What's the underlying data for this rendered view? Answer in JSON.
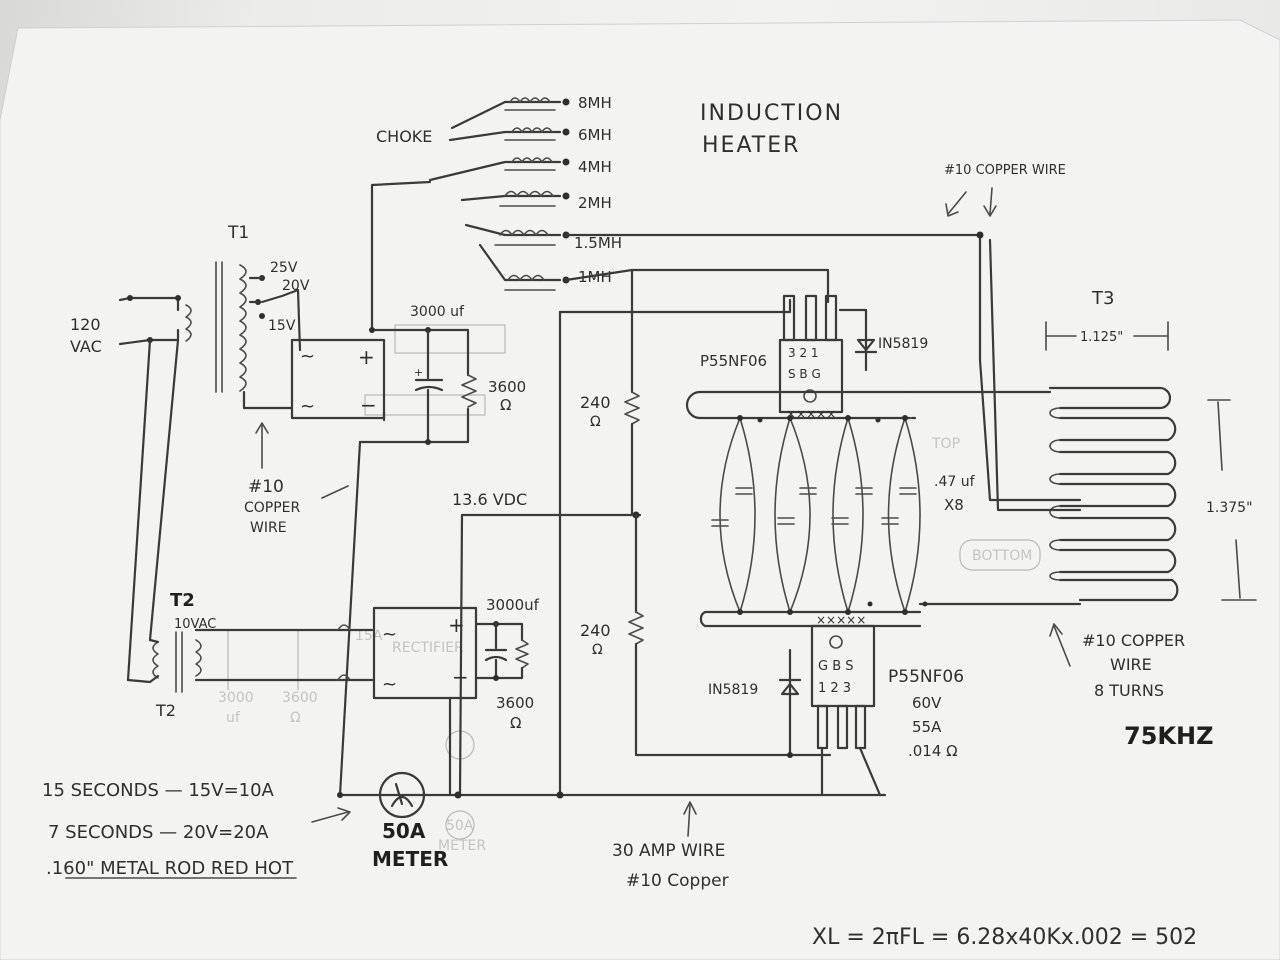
{
  "title": [
    "INDUCTION",
    "HEATER"
  ],
  "choke": {
    "label": "CHOKE",
    "taps": [
      "8MH",
      "6MH",
      "4MH",
      "2MH",
      "1.5MH",
      "1MH"
    ]
  },
  "t1": {
    "label": "T1",
    "taps": [
      "25V",
      "20V",
      "15V"
    ]
  },
  "mains": [
    "120",
    "VAC"
  ],
  "rect_top": {
    "cap": "3000 uf",
    "res": [
      "3600",
      "Ω"
    ],
    "plus": "+",
    "minus": "−",
    "ac": "~"
  },
  "copper_wire_left": [
    "#10",
    "COPPER",
    "WIRE"
  ],
  "copper_wire_top": "#10 COPPER WIRE",
  "dc_label": "13.6 VDC",
  "t2": {
    "label": "T2",
    "label_bottom": "T2",
    "vac": "10VAC"
  },
  "rect_bottom": {
    "cap": "3000uf",
    "res": [
      "3600",
      "Ω"
    ],
    "plus": "+",
    "minus": "−",
    "ac": "~"
  },
  "resistors": [
    {
      "value": "240",
      "unit": "Ω"
    },
    {
      "value": "240",
      "unit": "Ω"
    }
  ],
  "mosfet_top": {
    "part": "P55NF06",
    "pins_a": "3 2 1",
    "pins_b": "S B G",
    "marks": "×××××"
  },
  "mosfet_bottom": {
    "part": "P55NF06",
    "pins_a": "G B S",
    "pins_b": "1 2 3",
    "marks": "×××××",
    "specs": [
      "60V",
      "55A",
      ".014 Ω"
    ]
  },
  "diode_top": "IN5819",
  "diode_bottom": "IN5819",
  "caps": {
    "value": ".47 uf",
    "count": "X8",
    "top": "TOP",
    "bottom": "BOTTOM"
  },
  "t3": {
    "label": "T3",
    "width": "1.125\"",
    "height": "1.375\"",
    "wire": [
      "#10 COPPER",
      "WIRE",
      "8 TURNS"
    ],
    "freq": "75KHZ"
  },
  "meter": [
    "50A",
    "METER"
  ],
  "wire_30a": [
    "30 AMP WIRE",
    "#10 Copper"
  ],
  "notes": [
    "15 SECONDS — 15V=10A",
    "7 SECONDS — 20V=20A",
    ".160\" METAL ROD RED HOT"
  ],
  "formula": "XL = 2πFL = 6.28x40Kx.002 = 502",
  "ghost": [
    "3000",
    "uf",
    "3600",
    "Ω",
    "50A",
    "METER",
    "15A",
    "RECTIFIER"
  ]
}
